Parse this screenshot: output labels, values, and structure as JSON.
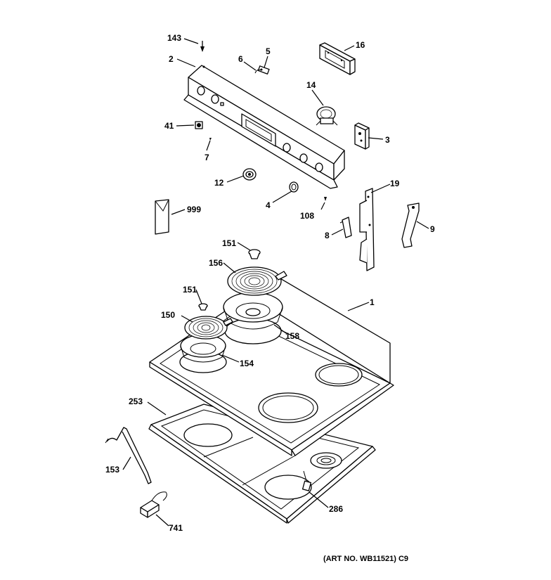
{
  "callouts": {
    "c143": "143",
    "c2": "2",
    "c6": "6",
    "c5": "5",
    "c16": "16",
    "c14": "14",
    "c41": "41",
    "c7": "7",
    "c3": "3",
    "c12": "12",
    "c4": "4",
    "c108": "108",
    "c19": "19",
    "c999": "999",
    "c8": "8",
    "c9": "9",
    "c151a": "151",
    "c156": "156",
    "c151b": "151",
    "c1": "1",
    "c150": "150",
    "c158": "158",
    "c154": "154",
    "c253": "253",
    "c153": "153",
    "c286": "286",
    "c741": "741"
  },
  "art_number": "(ART NO. WB11521) C9"
}
